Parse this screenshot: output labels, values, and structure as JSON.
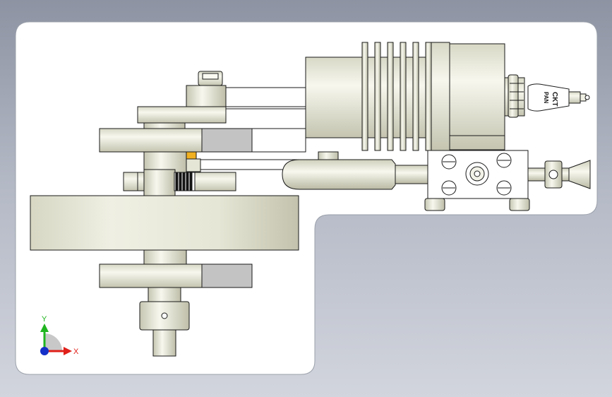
{
  "viewport": {
    "background_top": "#8d93a2",
    "background_bottom": "#d2d5dd",
    "sheet_color": "#ffffff"
  },
  "triad": {
    "y_label": "Y",
    "x_label": "X",
    "x_color": "#e0201a",
    "y_color": "#1fb51f",
    "z_color": "#1530c8"
  },
  "spark_plug": {
    "text_line1": "CKT",
    "text_line2": "PAN"
  },
  "colors": {
    "part_light": "#f1f1e6",
    "part_mid": "#d9d9c8",
    "part_dark": "#b8b8a4",
    "section_gray": "#c3c3c3",
    "accent_orange": "#f0b020",
    "outline": "#1a1a1a"
  }
}
